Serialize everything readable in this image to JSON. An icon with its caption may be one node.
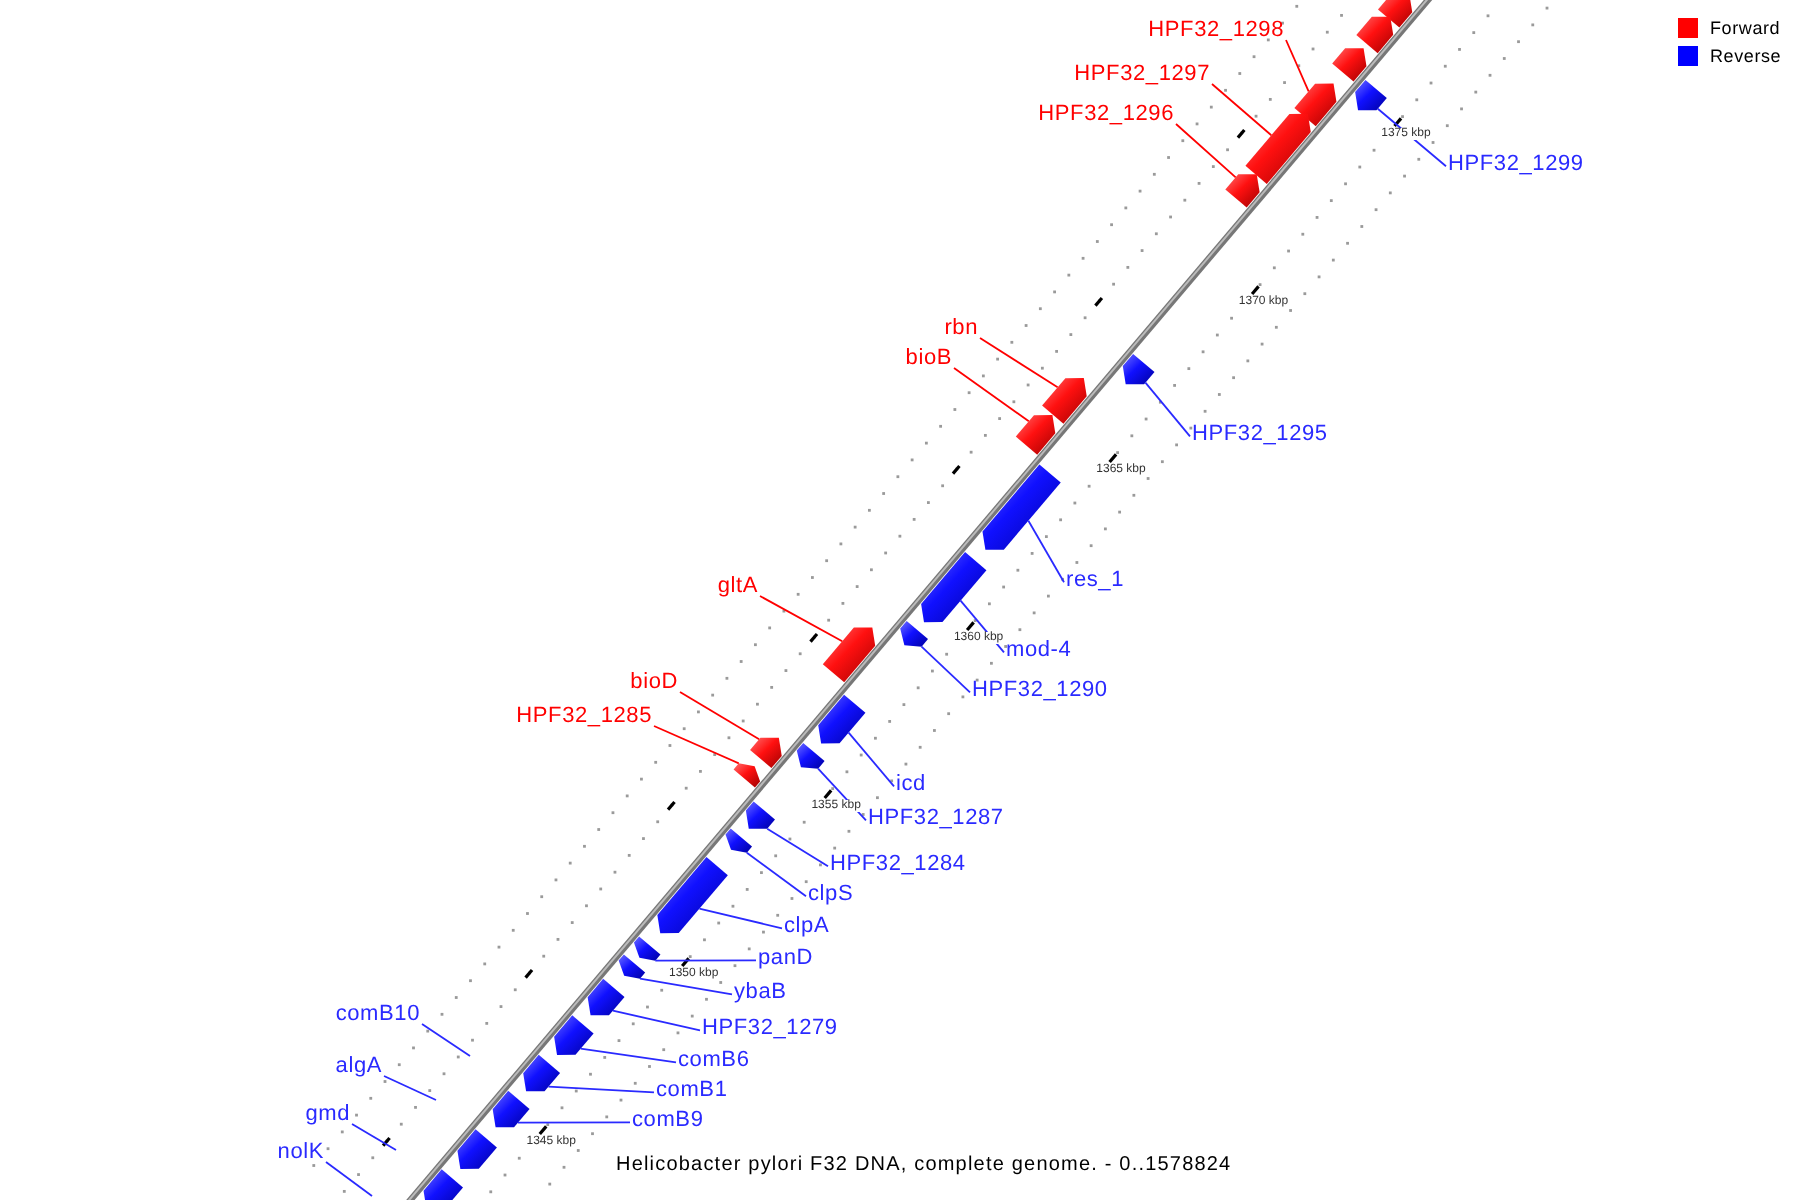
{
  "diagram": {
    "caption": "Helicobacter pylori F32 DNA, complete genome. - 0..1578824",
    "nodes": [
      {
        "text": [],
        "shape": "bar"
      },
      {
        "text": [],
        "shape": "bar"
      },
      {
        "text": [],
        "shape": "bar"
      },
      {
        "text": [
          "HPF32_1298"
        ]
      },
      {
        "text": [],
        "shape": "bar"
      },
      {
        "text": [
          "HPF32_1297"
        ]
      },
      {
        "text": [],
        "shape": "bar"
      },
      {
        "text": [
          "HPF32_1296"
        ]
      },
      {
        "text": [],
        "shape": "bar"
      },
      {
        "text": [
          "HPF32_1299"
        ]
      },
      {
        "text": [],
        "shape": "bar"
      },
      {
        "text": [
          "rbn"
        ]
      },
      {
        "text": [],
        "shape": "bar"
      },
      {
        "text": [
          "bioB"
        ]
      },
      {
        "text": [],
        "shape": "bar"
      },
      {
        "text": [
          "HPF32_1295"
        ]
      },
      {
        "text": [],
        "shape": "bar"
      },
      {
        "text": [
          "res_1"
        ]
      },
      {
        "text": [],
        "shape": "bar"
      },
      {
        "text": [
          "gltA"
        ]
      },
      {
        "text": [],
        "shape": "bar"
      },
      {
        "text": [
          "mod-4"
        ]
      },
      {
        "text": [],
        "shape": "bar"
      },
      {
        "text": [
          "HPF32_1290"
        ]
      },
      {
        "text": [],
        "shape": "bar"
      },
      {
        "text": [
          "bioD"
        ]
      },
      {
        "text": [],
        "shape": "bar"
      },
      {
        "text": [
          "HPF32_1285"
        ]
      },
      {
        "text": [],
        "shape": "bar"
      },
      {
        "text": [
          "icd"
        ]
      },
      {
        "text": [],
        "shape": "bar"
      },
      {
        "text": [
          "HPF32_1287"
        ]
      },
      {
        "text": [],
        "shape": "bar"
      },
      {
        "text": [
          "HPF32_1284"
        ]
      },
      {
        "text": [],
        "shape": "bar"
      },
      {
        "text": [
          "clpS"
        ]
      },
      {
        "text": [],
        "shape": "bar"
      },
      {
        "text": [
          "clpA"
        ]
      },
      {
        "text": [],
        "shape": "bar"
      },
      {
        "text": [
          "panD"
        ]
      },
      {
        "text": [],
        "shape": "bar"
      },
      {
        "text": [
          "ybaB"
        ]
      },
      {
        "text": [],
        "shape": "bar"
      },
      {
        "text": [
          "HPF32_1279"
        ]
      },
      {
        "text": [],
        "shape": "bar"
      },
      {
        "text": [
          "comB10"
        ]
      },
      {
        "text": [
          "comB6"
        ]
      },
      {
        "text": [],
        "shape": "bar"
      },
      {
        "text": [
          "algA"
        ]
      },
      {
        "text": [
          "comB1"
        ]
      },
      {
        "text": [],
        "shape": "bar"
      },
      {
        "text": [
          "gmd"
        ]
      },
      {
        "text": [
          "comB9"
        ]
      },
      {
        "text": [],
        "shape": "bar"
      },
      {
        "text": [
          "nolK"
        ]
      },
      {
        "text": [],
        "shape": "bar"
      },
      {
        "text": [],
        "shape": "bar"
      }
    ],
    "edges": [
      {
        "from": 3,
        "to": 4,
        "arrow": "none",
        "color": "#ff0000"
      },
      {
        "from": 5,
        "to": 6,
        "arrow": "none",
        "color": "#ff0000"
      },
      {
        "from": 7,
        "to": 8,
        "arrow": "none",
        "color": "#ff0000"
      },
      {
        "from": 9,
        "to": 10,
        "arrow": "none"
      },
      {
        "from": 11,
        "to": 12,
        "arrow": "none",
        "color": "#ff0000"
      },
      {
        "from": 13,
        "to": 14,
        "arrow": "none",
        "color": "#ff0000"
      },
      {
        "from": 15,
        "to": 16,
        "arrow": "none"
      },
      {
        "from": 17,
        "to": 18,
        "arrow": "none"
      },
      {
        "from": 19,
        "to": 20,
        "arrow": "none",
        "color": "#ff0000"
      },
      {
        "from": 21,
        "to": 22,
        "arrow": "none"
      },
      {
        "from": 23,
        "to": 24,
        "arrow": "none"
      },
      {
        "from": 25,
        "to": 26,
        "arrow": "none",
        "color": "#ff0000"
      },
      {
        "from": 27,
        "to": 28,
        "arrow": "none",
        "color": "#ff0000"
      },
      {
        "from": 29,
        "to": 30,
        "arrow": "none"
      },
      {
        "from": 31,
        "to": 32,
        "arrow": "none"
      },
      {
        "from": 33,
        "to": 34,
        "arrow": "none"
      },
      {
        "from": 35,
        "to": 36,
        "arrow": "none"
      },
      {
        "from": 37,
        "to": 38,
        "arrow": "none"
      },
      {
        "from": 39,
        "to": 40,
        "arrow": "none"
      },
      {
        "from": 41,
        "to": 42,
        "arrow": "none"
      },
      {
        "from": 43,
        "to": 44,
        "arrow": "none"
      },
      {
        "from": 45,
        "to": null,
        "arrow": "none"
      },
      {
        "from": 46,
        "to": 47,
        "arrow": "none"
      },
      {
        "from": 48,
        "to": null,
        "arrow": "none"
      },
      {
        "from": 49,
        "to": 50,
        "arrow": "none"
      },
      {
        "from": 51,
        "to": null,
        "arrow": "none"
      },
      {
        "from": 52,
        "to": 53,
        "arrow": "none"
      },
      {
        "from": 54,
        "to": null,
        "arrow": "none"
      }
    ],
    "labels": [
      "1375 kbp",
      "1370 kbp",
      "1365 kbp",
      "1360 kbp",
      "1355 kbp",
      "1350 kbp",
      "1345 kbp"
    ],
    "legend": [
      {
        "text": "Forward",
        "color": "#ff0000"
      },
      {
        "text": "Reverse",
        "color": "#0000ff"
      }
    ]
  }
}
